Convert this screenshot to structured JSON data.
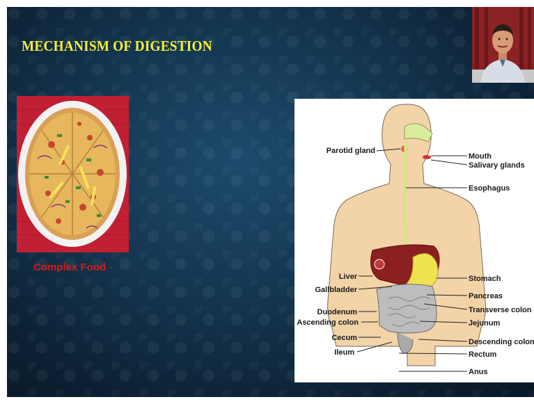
{
  "slide": {
    "title": "MECHANISM OF DIGESTION",
    "food_caption": "Complex Food"
  },
  "diagram": {
    "labels_left": {
      "parotid_gland": "Parotid gland",
      "liver": "Liver",
      "gallbladder": "Gallbladder",
      "duodenum": "Duodenum",
      "ascending_colon": "Ascending colon",
      "cecum": "Cecum",
      "ileum": "Ileum"
    },
    "labels_right": {
      "mouth": "Mouth",
      "salivary_glands": "Salivary glands",
      "esophagus": "Esophagus",
      "stomach": "Stomach",
      "pancreas": "Pancreas",
      "transverse_colon": "Transverse colon",
      "jejunum": "Jejunum",
      "descending_colon": "Descending colon",
      "rectum": "Rectum",
      "anus": "Anus"
    }
  },
  "colors": {
    "title": "#f4f13a",
    "caption": "#d11d1d",
    "background": "#143650",
    "body_skin": "#f3d3a8",
    "liver": "#8c1f1f",
    "stomach": "#f0e14e",
    "intestine": "#a9a9a9"
  },
  "icons": {
    "food_image": "pizza-photo",
    "webcam": "presenter-webcam"
  }
}
